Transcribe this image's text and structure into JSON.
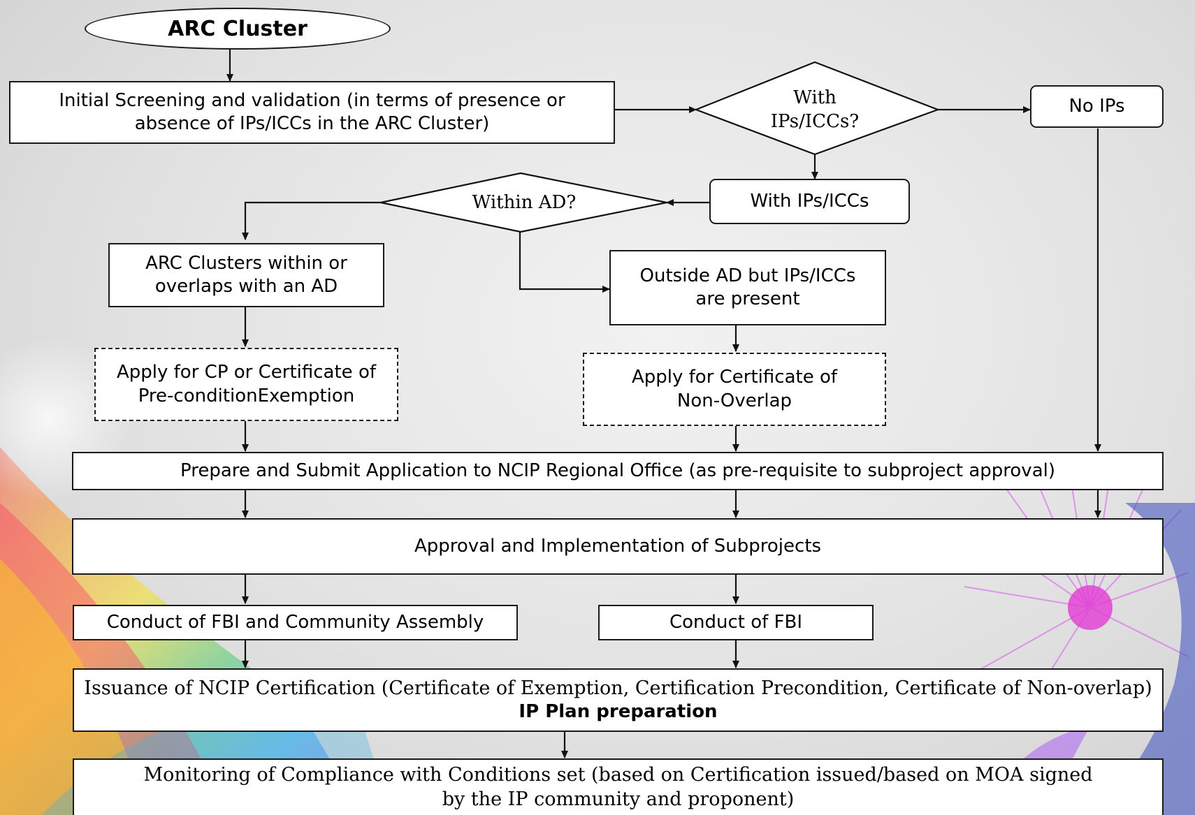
{
  "start": "ARC Cluster",
  "screening": "Initial Screening and validation (in terms of presence or absence of IPs/ICCs in the ARC Cluster)",
  "decision_ips": "With IPs/ICCs?",
  "no_ips": "No IPs",
  "with_ips": "With IPs/ICCs",
  "decision_ad": "Within AD?",
  "within_ad": "ARC Clusters within or overlaps with an AD",
  "outside_ad": "Outside AD but IPs/ICCs are present",
  "apply_cp": "Apply for CP or Certificate of Pre-conditionExemption",
  "apply_non_overlap": "Apply for Certificate of Non-Overlap",
  "prepare": "Prepare and Submit Application to NCIP Regional Office (as pre-requisite to subproject approval)",
  "approval": "Approval and Implementation of Subprojects",
  "fbi_assembly": "Conduct of FBI and Community Assembly",
  "fbi": "Conduct of FBI",
  "issuance": "Issuance of NCIP Certification (Certificate of Exemption, Certification Precondition, Certificate of Non-overlap)",
  "ip_plan": "IP Plan preparation",
  "monitoring": "Monitoring of Compliance with Conditions set (based on Certification issued/based on MOA signed by the IP community and proponent)"
}
